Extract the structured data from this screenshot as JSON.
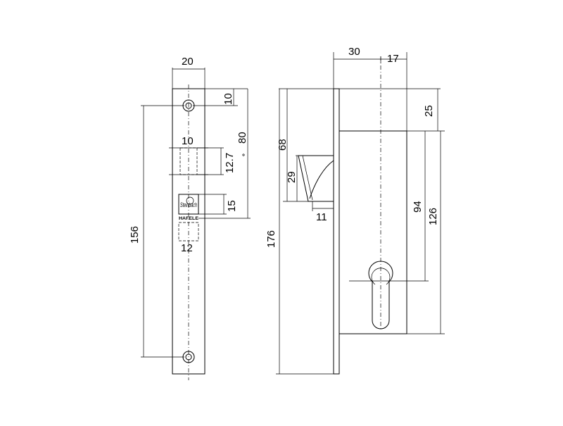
{
  "front_view": {
    "width_dim": "20",
    "height_dim": "156",
    "hole_offset_dim": "10",
    "latch_width_dim": "10",
    "latch_height_dim": "12.7",
    "bolt_height_dim": "15",
    "bolt_width_dim": "12",
    "spacing_dim": "80",
    "logo_text": "Steinbach",
    "brand_text": "HAFELE"
  },
  "side_view": {
    "case_depth_dim": "30",
    "backset_dim": "17",
    "top_offset_dim": "25",
    "latch_offset_dim": "68",
    "latch_height_dim": "29",
    "latch_projection_dim": "11",
    "cylinder_offset_dim": "94",
    "case_height_dim": "126",
    "total_height_dim": "176"
  }
}
